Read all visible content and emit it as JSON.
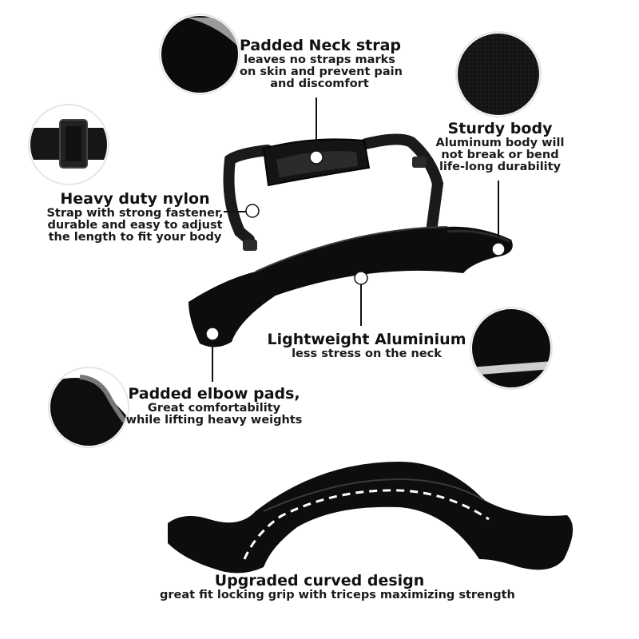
{
  "callouts": {
    "neck_strap": {
      "title": "Padded Neck strap",
      "lines": [
        "leaves no straps marks",
        "on skin and prevent pain",
        "and discomfort"
      ]
    },
    "sturdy_body": {
      "title": "Sturdy body",
      "lines": [
        "Aluminum body will",
        "not break or bend",
        "life-long durability"
      ]
    },
    "nylon": {
      "title": "Heavy duty nylon",
      "lines": [
        "Strap with strong fastener,",
        "durable and easy to adjust",
        "the length to fit your body"
      ]
    },
    "aluminium": {
      "title": "Lightweight Aluminium",
      "lines": [
        "less stress on the neck"
      ]
    },
    "elbow_pads": {
      "title": "Padded elbow pads,",
      "lines": [
        "Great comfortability",
        "while lifting heavy weights"
      ]
    },
    "curved": {
      "title": "Upgraded curved design",
      "lines": [
        "great fit locking grip with triceps maximizing strength"
      ]
    }
  },
  "colors": {
    "product": "#0d0d0d",
    "strap": "#1a1a1a",
    "text": "#111111",
    "pointer": "#111111"
  },
  "icons": [
    "neck-pad-detail",
    "buckle-detail",
    "textured-body-detail",
    "elbow-pad-detail",
    "aluminium-edge-detail"
  ]
}
